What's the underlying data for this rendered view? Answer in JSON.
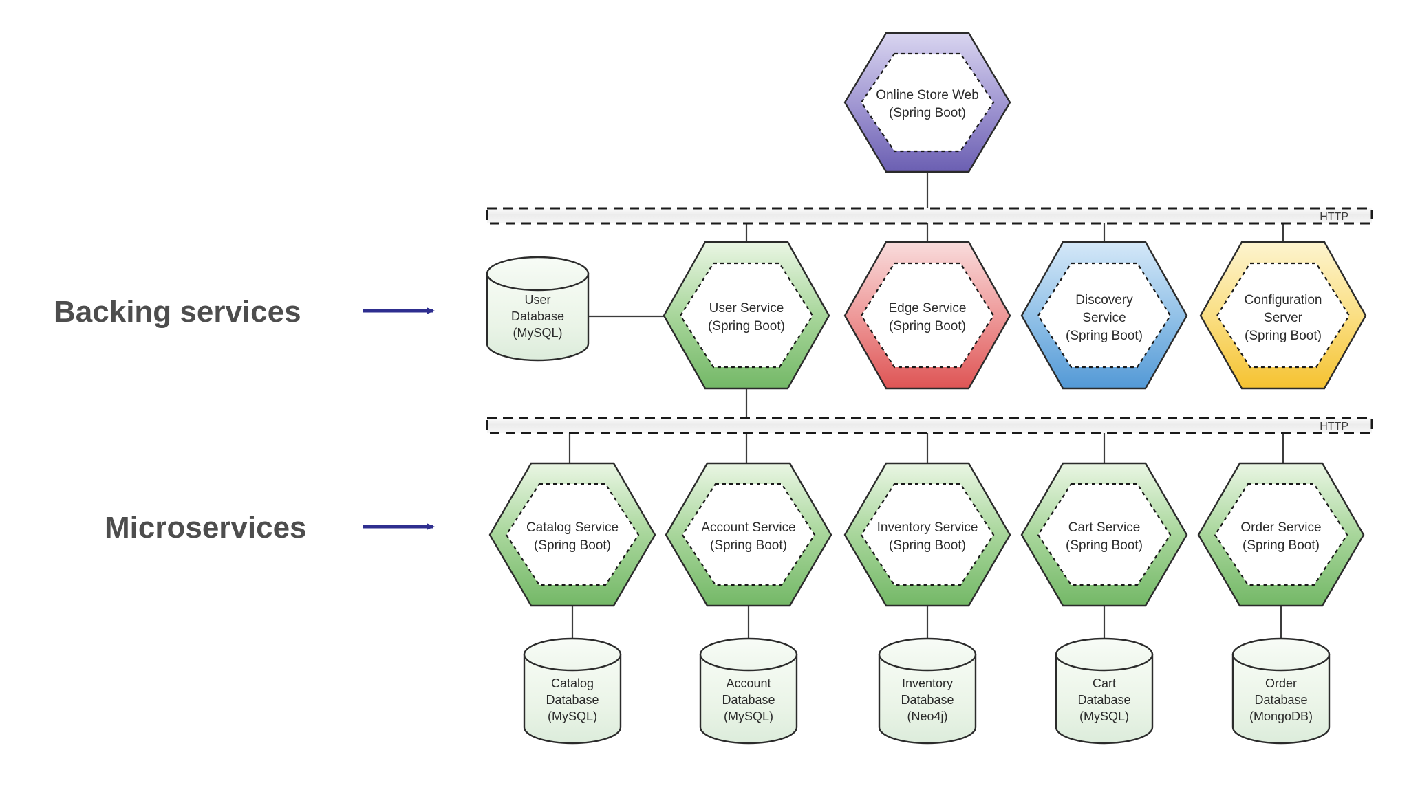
{
  "background_color": "#ffffff",
  "side_labels": [
    {
      "text": "Backing services",
      "arrow_color": "#2e2e8f",
      "row": "backing"
    },
    {
      "text": "Microservices",
      "arrow_color": "#2e2e8f",
      "row": "micro"
    }
  ],
  "buses": [
    {
      "id": "bus-top",
      "label": "HTTP",
      "protocol": "HTTP"
    },
    {
      "id": "bus-bottom",
      "label": "HTTP",
      "protocol": "HTTP"
    }
  ],
  "client_tier": {
    "nodes": [
      {
        "id": "online-store-web",
        "name": "Online Store Web",
        "runtime": "(Spring Boot)",
        "shape": "hexagon",
        "color_top": "#d7d3ee",
        "color_bottom": "#6f63b6",
        "accent": "#7b6fbe"
      }
    ]
  },
  "backing_services": {
    "nodes": [
      {
        "id": "user-service",
        "name": "User Service",
        "runtime": "(Spring Boot)",
        "shape": "hexagon",
        "color_top": "#e3f2da",
        "color_bottom": "#77bb6b",
        "accent": "#7cc06f"
      },
      {
        "id": "edge-service",
        "name": "Edge Service",
        "runtime": "(Spring Boot)",
        "shape": "hexagon",
        "color_top": "#f7d4d4",
        "color_bottom": "#e05b5b",
        "accent": "#e26a6a"
      },
      {
        "id": "discovery-service",
        "name": "Discovery Service",
        "name_line1": "Discovery",
        "name_line2": "Service",
        "runtime": "(Spring Boot)",
        "shape": "hexagon",
        "color_top": "#cfe3f6",
        "color_bottom": "#5a9fda",
        "accent": "#6aa9de"
      },
      {
        "id": "configuration-server",
        "name": "Configuration Server",
        "name_line1": "Configuration",
        "name_line2": "Server",
        "runtime": "(Spring Boot)",
        "shape": "hexagon",
        "color_top": "#fdf0c2",
        "color_bottom": "#f6c63c",
        "accent": "#f8cd4c"
      }
    ],
    "databases": [
      {
        "id": "user-database",
        "name": "User",
        "kind": "Database",
        "engine": "(MySQL)",
        "shape": "cylinder",
        "color_top": "#f4faf2",
        "color_bottom": "#dceede"
      }
    ]
  },
  "microservices": {
    "nodes": [
      {
        "id": "catalog-service",
        "name": "Catalog Service",
        "runtime": "(Spring Boot)",
        "shape": "hexagon",
        "color_top": "#e3f2da",
        "color_bottom": "#77bb6b"
      },
      {
        "id": "account-service",
        "name": "Account Service",
        "runtime": "(Spring Boot)",
        "shape": "hexagon",
        "color_top": "#e3f2da",
        "color_bottom": "#77bb6b"
      },
      {
        "id": "inventory-service",
        "name": "Inventory Service",
        "runtime": "(Spring Boot)",
        "shape": "hexagon",
        "color_top": "#e3f2da",
        "color_bottom": "#77bb6b"
      },
      {
        "id": "cart-service",
        "name": "Cart Service",
        "runtime": "(Spring Boot)",
        "shape": "hexagon",
        "color_top": "#e3f2da",
        "color_bottom": "#77bb6b"
      },
      {
        "id": "order-service",
        "name": "Order Service",
        "runtime": "(Spring Boot)",
        "shape": "hexagon",
        "color_top": "#e3f2da",
        "color_bottom": "#77bb6b"
      }
    ],
    "databases": [
      {
        "id": "catalog-database",
        "name": "Catalog",
        "kind": "Database",
        "engine": "(MySQL)",
        "shape": "cylinder"
      },
      {
        "id": "account-database",
        "name": "Account",
        "kind": "Database",
        "engine": "(MySQL)",
        "shape": "cylinder"
      },
      {
        "id": "inventory-database",
        "name": "Inventory",
        "kind": "Database",
        "engine": "(Neo4j)",
        "shape": "cylinder"
      },
      {
        "id": "cart-database",
        "name": "Cart",
        "kind": "Database",
        "engine": "(MySQL)",
        "shape": "cylinder"
      },
      {
        "id": "order-database",
        "name": "Order",
        "kind": "Database",
        "engine": "(MongoDB)",
        "shape": "cylinder"
      }
    ]
  }
}
